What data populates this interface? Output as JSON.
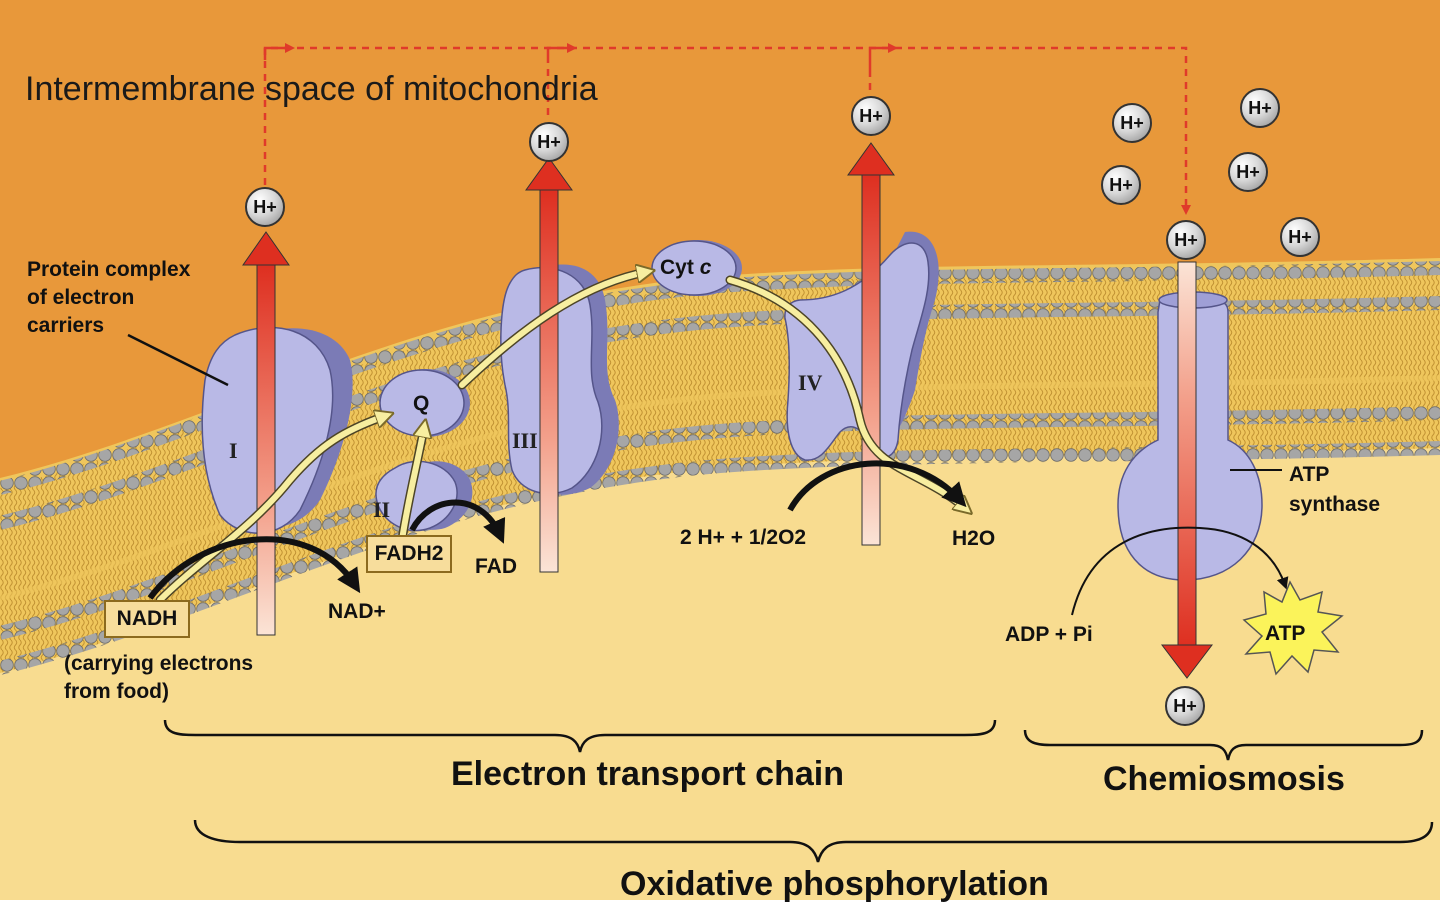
{
  "title": "Intermembrane space of mitochondria",
  "ion_label": "H+",
  "complexes": {
    "complex_1": "I",
    "complex_2": "II",
    "complex_3": "III",
    "complex_4": "IV",
    "ubiquinone": "Q",
    "cytochrome_c": "Cyt c"
  },
  "labels": {
    "protein_complex": [
      "Protein complex",
      "of electron",
      "carriers"
    ],
    "nadh": "NADH",
    "nadh_note": [
      "(carrying electrons",
      "from food)"
    ],
    "nad_plus": "NAD+",
    "fadh2": "FADH2",
    "fad": "FAD",
    "oxygen_reaction": "2 H+ + 1/2O2",
    "water": "H2O",
    "atp_synthase": [
      "ATP",
      "synthase"
    ],
    "adp_pi": "ADP + Pi",
    "atp": "ATP"
  },
  "sections": {
    "electron_transport_chain": "Electron transport chain",
    "chemiosmosis": "Chemiosmosis",
    "oxidative_phosphorylation": "Oxidative phosphorylation"
  },
  "colors": {
    "intermembrane_space": "#e8983a",
    "matrix": "#f8dc90",
    "membrane_tail": "#efc65c",
    "membrane_head": "#a3a3a3",
    "protein": "#b9b9e6",
    "proton_arrow": "#e03a2a",
    "electron_path": "#f7eea0",
    "atp_burst": "#fbf35a"
  }
}
